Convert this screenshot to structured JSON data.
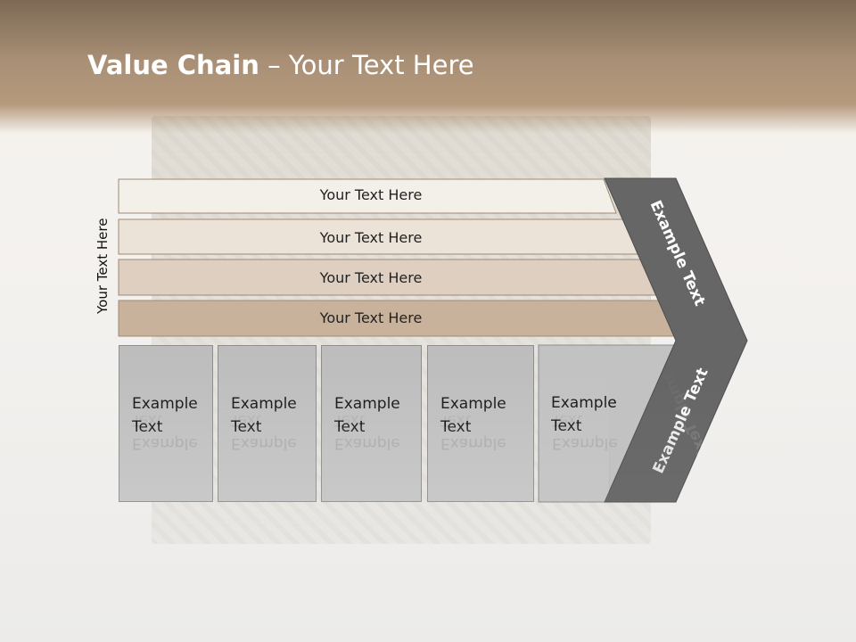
{
  "slide": {
    "title_bold": "Value Chain",
    "title_rest": " – Your Text Here",
    "side_label": "Your Text Here"
  },
  "bars": [
    {
      "label": "Your Text Here",
      "color": "#f3efe9"
    },
    {
      "label": "Your Text Here",
      "color": "#ebe2d8"
    },
    {
      "label": "Your Text Here",
      "color": "#dfcfc0"
    },
    {
      "label": "Your Text Here",
      "color": "#c9b29b"
    }
  ],
  "boxes": [
    {
      "line1": "Example",
      "line2": "Text"
    },
    {
      "line1": "Example",
      "line2": "Text"
    },
    {
      "line1": "Example",
      "line2": "Text"
    },
    {
      "line1": "Example",
      "line2": "Text"
    },
    {
      "line1": "Example",
      "line2": "Text"
    }
  ],
  "chevron": {
    "upper_label": "Example Text",
    "lower_label": "Example Text",
    "color": "#666666"
  }
}
